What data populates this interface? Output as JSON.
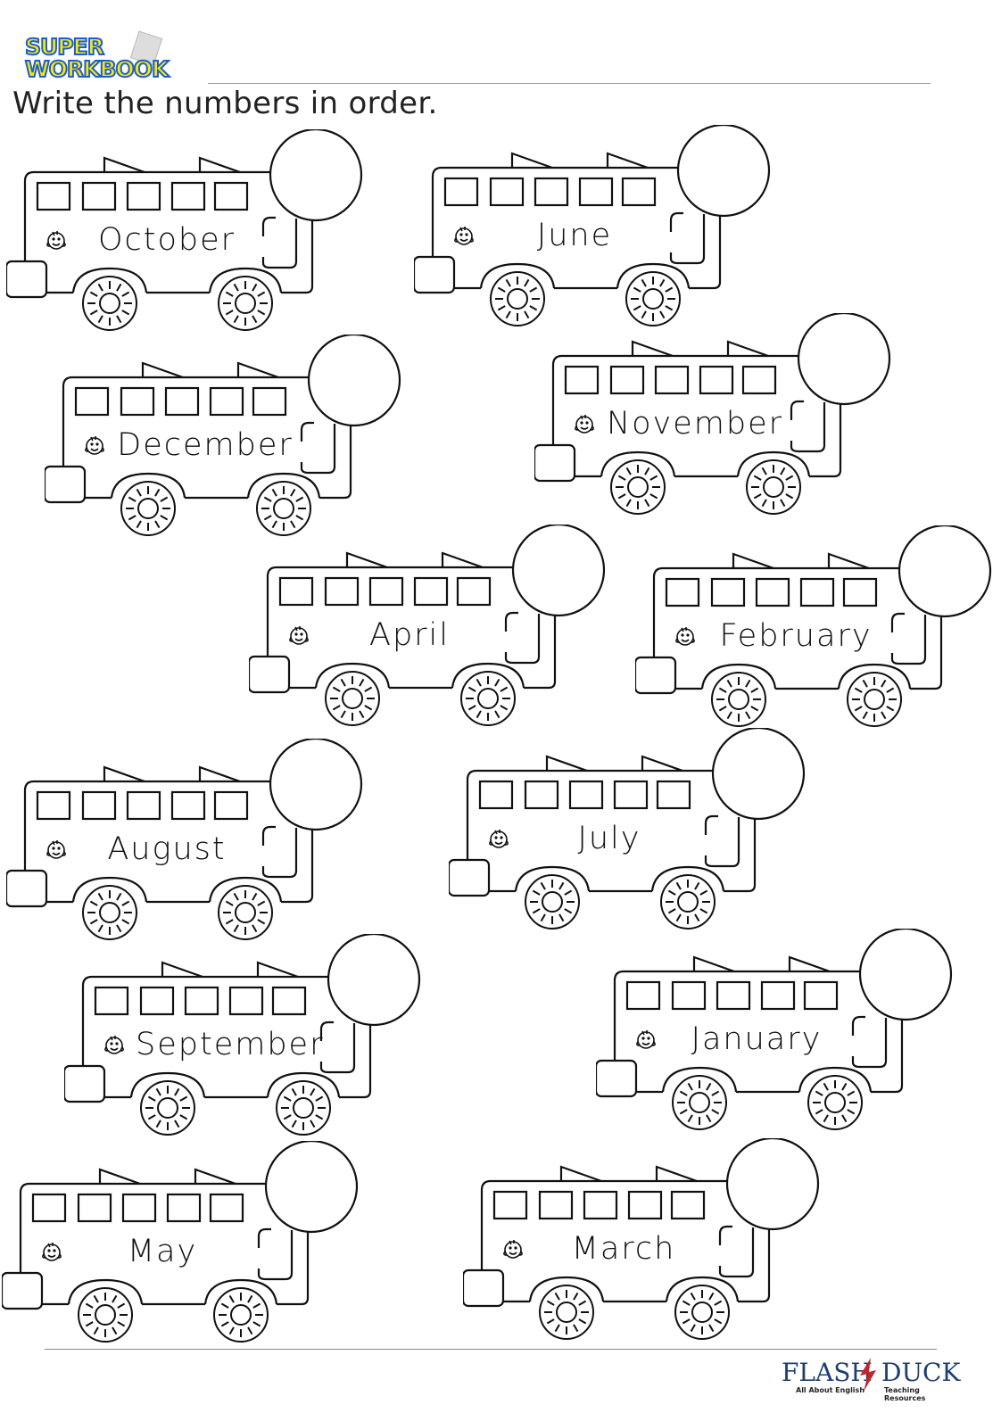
{
  "header": {
    "logo_line1": "SUPER",
    "logo_line2": "WORKBOOK",
    "instruction": "Write the numbers in order."
  },
  "buses": [
    {
      "month": "October"
    },
    {
      "month": "June"
    },
    {
      "month": "December"
    },
    {
      "month": "November"
    },
    {
      "month": "April"
    },
    {
      "month": "February"
    },
    {
      "month": "August"
    },
    {
      "month": "July"
    },
    {
      "month": "September"
    },
    {
      "month": "January"
    },
    {
      "month": "May"
    },
    {
      "month": "March"
    }
  ],
  "footer": {
    "brand_left": "FLASH",
    "brand_right": "DUCK",
    "tagline_left": "All About English",
    "tagline_right": "Teaching Resources",
    "brand_color": "#1d3f70",
    "accent_color": "#c0262d"
  }
}
